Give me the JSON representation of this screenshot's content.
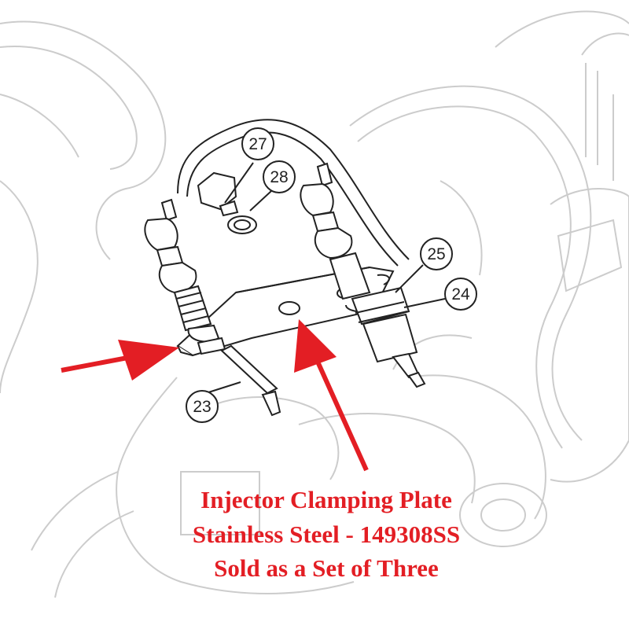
{
  "callouts": {
    "c23": "23",
    "c24": "24",
    "c25": "25",
    "c27": "27",
    "c28": "28"
  },
  "caption": {
    "line1": "Injector Clamping Plate",
    "line2": "Stainless Steel - 149308SS",
    "line3": "Sold as a Set of Three"
  },
  "colors": {
    "accent": "#e31e24",
    "line_art": "#222222",
    "ghost_art": "#cccccc"
  }
}
